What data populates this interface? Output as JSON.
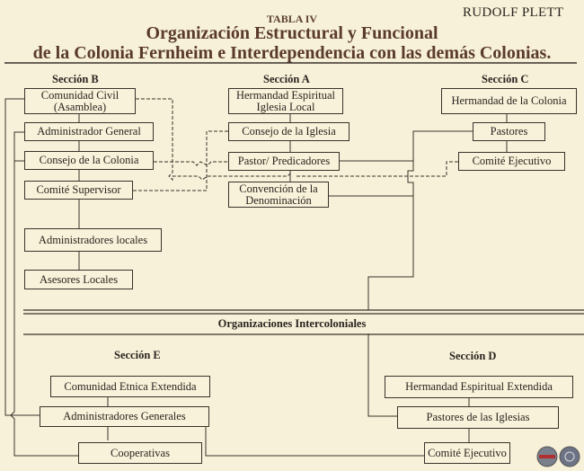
{
  "author": "RUDOLF PLETT",
  "table_label": "TABLA IV",
  "title_line1": "Organización Estructural y Funcional",
  "title_line2": "de la Colonia Fernheim e Interdependencia con las demás Colonias.",
  "sections": {
    "b": {
      "label": "Sección B",
      "boxes": [
        "Comunidad Civil",
        "(Asamblea)",
        "Administrador General",
        "Consejo de la Colonia",
        "Comité Supervisor",
        "Administradores locales",
        "Asesores Locales"
      ]
    },
    "a": {
      "label": "Sección A",
      "boxes": [
        "Hermandad Espiritual",
        "Iglesia Local",
        "Consejo de la Iglesia",
        "Pastor/ Predicadores",
        "Convención de la",
        "Denominación"
      ]
    },
    "c": {
      "label": "Sección C",
      "boxes": [
        "Hermandad de la Colonia",
        "Pastores",
        "Comité Ejecutivo"
      ]
    },
    "e": {
      "label": "Sección E",
      "boxes": [
        "Comunidad Etnica Extendida",
        "Administradores Generales",
        "Cooperativas"
      ]
    },
    "d": {
      "label": "Sección D",
      "boxes": [
        "Hermandad Espiritual Extendida",
        "Pastores de las Iglesias",
        "Comité Ejecutivo"
      ]
    }
  },
  "divider_label": "Organizaciones Intercoloniales",
  "colors": {
    "background": "#f7f1d9",
    "title": "#5a3a2c",
    "line": "#3a322c"
  }
}
